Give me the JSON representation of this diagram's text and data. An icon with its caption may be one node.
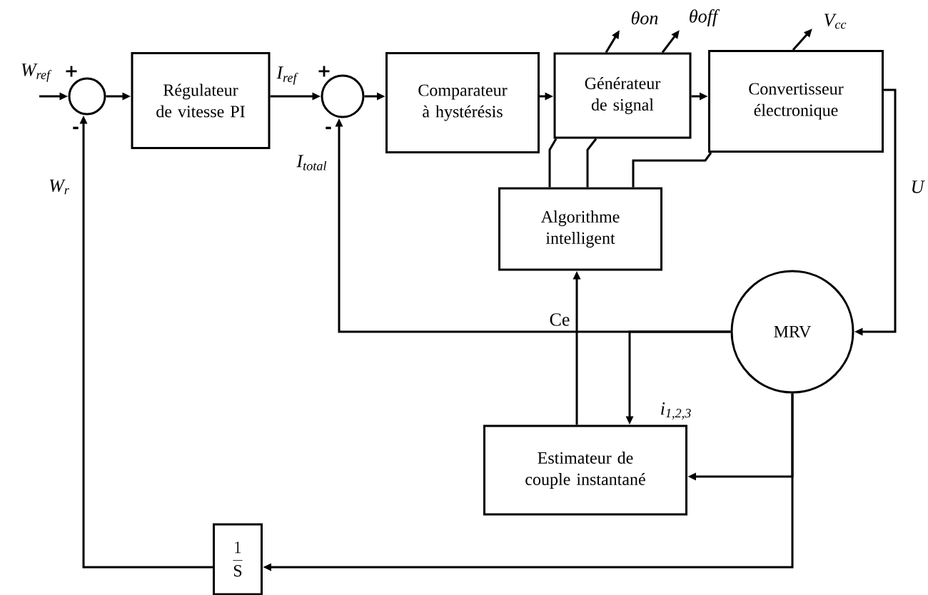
{
  "diagram": {
    "nodes": [
      {
        "text": [],
        "shape": "circle"
      },
      {
        "text": [
          "Régulateur de vitesse PI"
        ]
      },
      {
        "text": [],
        "shape": "circle"
      },
      {
        "text": [
          "Comparateur à hystérésis"
        ]
      },
      {
        "text": [
          "Générateur de signal"
        ]
      },
      {
        "text": [
          "Convertisseur électronique"
        ]
      },
      {
        "text": [
          "Algorithme intelligent"
        ]
      },
      {
        "text": [
          "MRV"
        ]
      },
      {
        "text": [
          "Estimateur de couple instantané"
        ]
      },
      {
        "text": [
          "\\frac{1}{\\mathrm{S}}"
        ]
      }
    ],
    "edges": [
      {
        "from": null,
        "to": 0,
        "arrow": "to",
        "label": "W$_{ref}$"
      },
      {
        "from": 0,
        "to": 1,
        "arrow": "to"
      },
      {
        "from": 1,
        "to": 2,
        "arrow": "to",
        "label": "I$_{ref}$"
      },
      {
        "from": 2,
        "to": 3,
        "arrow": "to"
      },
      {
        "from": 3,
        "to": 4,
        "arrow": "to"
      },
      {
        "from": 4,
        "to": 5,
        "arrow": "to"
      },
      {
        "from": 4,
        "to": null,
        "arrow": "to",
        "label": "θon"
      },
      {
        "from": 4,
        "to": null,
        "arrow": "to",
        "label": "θoff"
      },
      {
        "from": 5,
        "to": null,
        "arrow": "to",
        "label": "V$_{cc}$"
      },
      {
        "from": 5,
        "to": 7,
        "arrow": "to",
        "label": "U"
      },
      {
        "from": 6,
        "to": 4,
        "arrow": "none"
      },
      {
        "from": 6,
        "to": 4,
        "arrow": "none"
      },
      {
        "from": 6,
        "to": 5,
        "arrow": "none"
      },
      {
        "from": 7,
        "to": 2,
        "arrow": "to",
        "label": "I$_{total}$"
      },
      {
        "from": 7,
        "to": 8,
        "arrow": "to",
        "label": "i$_{1,2,3}$"
      },
      {
        "from": 8,
        "to": 6,
        "arrow": "to",
        "label": "Ce"
      },
      {
        "from": 7,
        "to": 8,
        "arrow": "to"
      },
      {
        "from": 7,
        "to": 9,
        "arrow": "to"
      },
      {
        "from": 9,
        "to": 0,
        "arrow": "to",
        "label": "W$_{r}$"
      }
    ],
    "labels": [
      "+",
      "+",
      "-",
      "-"
    ]
  }
}
